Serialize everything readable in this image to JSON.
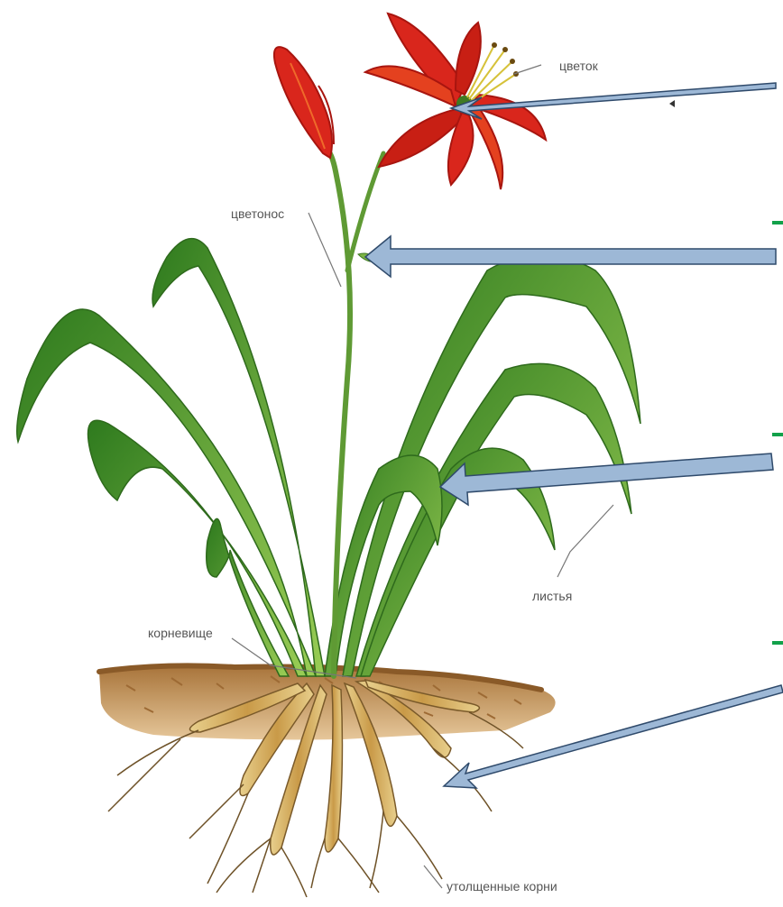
{
  "labels": {
    "flower": "цветок",
    "peduncle": "цветонос",
    "leaves": "листья",
    "rhizome": "корневище",
    "thick_roots": "утолщенные корни"
  },
  "colors": {
    "petal": "#d9261c",
    "petal_dark": "#a8150f",
    "petal_light": "#ef6a2a",
    "leaf": "#3f8f2a",
    "leaf_light": "#8cc44c",
    "stem": "#5f9a34",
    "soil": "#b7803f",
    "soil_dark": "#8a5a28",
    "root": "#d9b56a",
    "root_dark": "#7a5a2a",
    "arrow_fill": "#9db8d6",
    "arrow_stroke": "#2f4a6b",
    "green_marker": "#12a14a",
    "label_line": "#777777"
  },
  "icons": [
    "flower-illustration",
    "arrow-pointer",
    "green-dash-marker"
  ]
}
